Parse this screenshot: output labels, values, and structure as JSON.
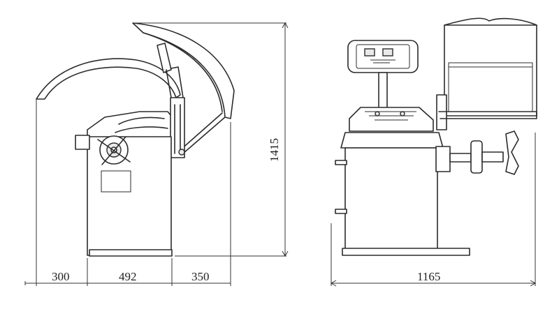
{
  "dimensions": {
    "left_a": "300",
    "left_b": "492",
    "left_c": "350",
    "height": "1415",
    "width": "1165"
  },
  "colors": {
    "line": "#2b2b2b",
    "background": "#ffffff"
  }
}
